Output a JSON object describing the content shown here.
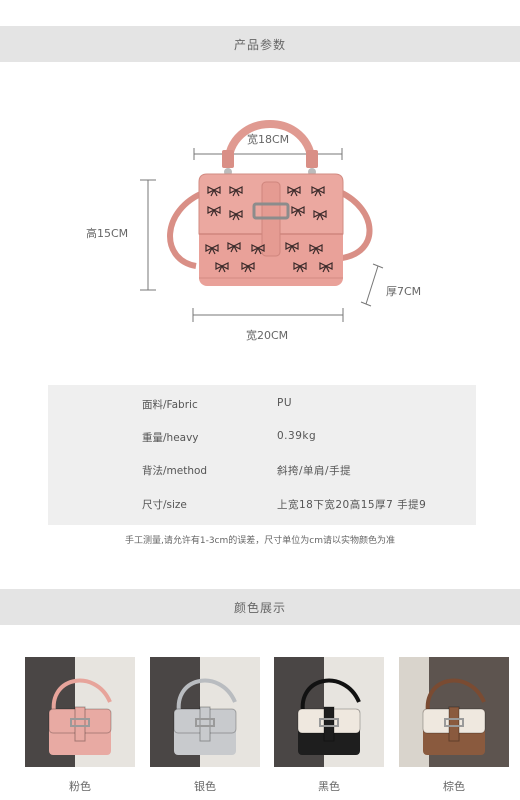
{
  "section_params": {
    "title": "产品参数"
  },
  "diagram": {
    "width_top": "宽18CM",
    "width_bottom": "宽20CM",
    "height": "高15CM",
    "depth": "厚7CM",
    "bag_color": "#e9a199",
    "bow_color": "#3a2a2a"
  },
  "params": [
    {
      "label": "面料/Fabric",
      "value": "PU"
    },
    {
      "label": "重量/heavy",
      "value": "0.39kg"
    },
    {
      "label": "背法/method",
      "value": "斜挎/单肩/手提"
    },
    {
      "label": "尺寸/size",
      "value": "上宽18下宽20高15厚7 手提9"
    }
  ],
  "note": "手工测量,请允许有1-3cm的误差，尺寸单位为cm请以实物颜色为准",
  "section_colors": {
    "title": "颜色展示"
  },
  "colors": [
    {
      "label": "粉色",
      "hex": "#e8aaa3",
      "strap": "#e7a49b"
    },
    {
      "label": "银色",
      "hex": "#c8cacd",
      "strap": "#b9bcc0"
    },
    {
      "label": "黑色",
      "hex": "#1e1e1e",
      "strap": "#111111"
    },
    {
      "label": "棕色",
      "hex": "#8a5a3e",
      "strap": "#7a4b32"
    }
  ]
}
